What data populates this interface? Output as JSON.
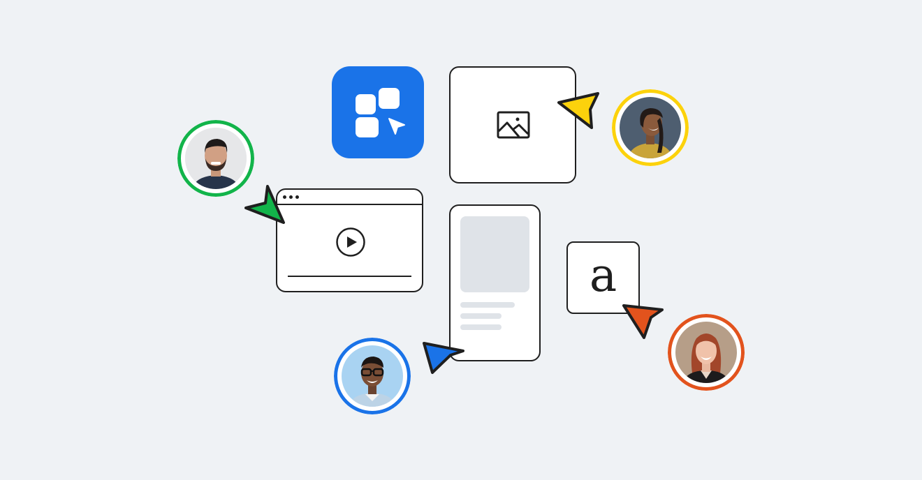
{
  "scene": {
    "background": "#eff2f5",
    "outline_color": "#1f1f1f"
  },
  "app_icon": {
    "icon": "app-grid-cursor-icon",
    "color": "#1a73e8"
  },
  "image_card": {
    "icon": "image-icon"
  },
  "video_card": {
    "window_dots": 3,
    "icon": "play-button-icon"
  },
  "document_card": {
    "icon": "document-placeholder",
    "placeholder_color": "#dfe3e8"
  },
  "text_card": {
    "letter": "a"
  },
  "collaborators": [
    {
      "name": "collaborator-green",
      "color": "#12b44a",
      "cursor": "green-cursor-icon"
    },
    {
      "name": "collaborator-yellow",
      "color": "#fcd20c",
      "cursor": "yellow-cursor-icon"
    },
    {
      "name": "collaborator-orange",
      "color": "#e2531d",
      "cursor": "orange-cursor-icon"
    },
    {
      "name": "collaborator-blue",
      "color": "#1a73e8",
      "cursor": "blue-cursor-icon"
    }
  ]
}
